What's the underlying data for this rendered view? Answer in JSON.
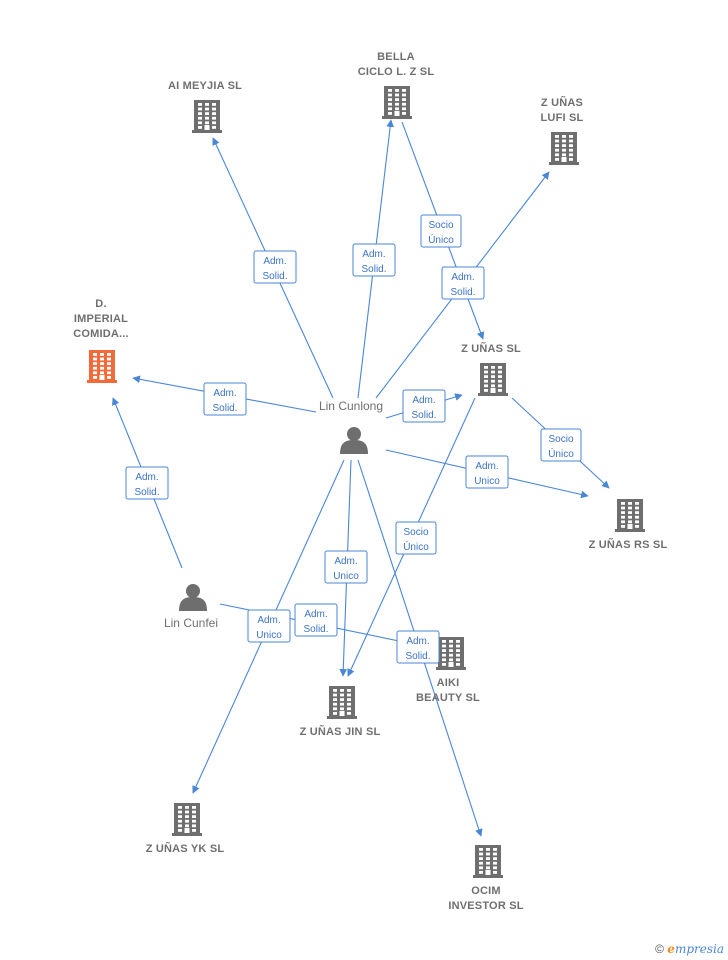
{
  "colors": {
    "edge": "#4a86d6",
    "building": "#6e6e6e",
    "building_highlight": "#f26a3a",
    "person": "#6e6e6e"
  },
  "nodes": [
    {
      "id": "aimeyjia",
      "type": "company",
      "lines": [
        "AI MEYJIA  SL"
      ]
    },
    {
      "id": "bella",
      "type": "company",
      "lines": [
        "BELLA",
        "CICLO L. Z  SL"
      ]
    },
    {
      "id": "zunaslufi",
      "type": "company",
      "lines": [
        "Z UÑAS",
        "LUFI  SL"
      ]
    },
    {
      "id": "dimperial",
      "type": "company",
      "highlight": true,
      "lines": [
        "D.",
        "IMPERIAL",
        "COMIDA..."
      ]
    },
    {
      "id": "zunas",
      "type": "company",
      "lines": [
        "Z UÑAS  SL"
      ]
    },
    {
      "id": "zunasrs",
      "type": "company",
      "lines": [
        "Z UÑAS RS  SL"
      ]
    },
    {
      "id": "aiki",
      "type": "company",
      "lines": [
        "AIKI",
        "BEAUTY  SL"
      ]
    },
    {
      "id": "zunasjin",
      "type": "company",
      "lines": [
        "Z UÑAS JIN  SL"
      ]
    },
    {
      "id": "zunasyk",
      "type": "company",
      "lines": [
        "Z UÑAS YK  SL"
      ]
    },
    {
      "id": "ocim",
      "type": "company",
      "lines": [
        "OCIM",
        "INVESTOR  SL"
      ]
    },
    {
      "id": "lincunlong",
      "type": "person",
      "lines": [
        "Lin Cunlong"
      ]
    },
    {
      "id": "lincunfei",
      "type": "person",
      "lines": [
        "Lin Cunfei"
      ]
    }
  ],
  "edges": [
    {
      "from": "lincunlong",
      "to": "aimeyjia",
      "label": [
        "Adm.",
        "Solid."
      ]
    },
    {
      "from": "lincunlong",
      "to": "bella",
      "label": [
        "Adm.",
        "Solid."
      ]
    },
    {
      "from": "lincunlong",
      "to": "zunaslufi",
      "label": [
        "Adm.",
        "Solid."
      ]
    },
    {
      "from": "bella",
      "to": "zunas",
      "label": [
        "Socio",
        "Único"
      ]
    },
    {
      "from": "lincunlong",
      "to": "dimperial",
      "label": [
        "Adm.",
        "Solid."
      ]
    },
    {
      "from": "lincunfei",
      "to": "dimperial",
      "label": [
        "Adm.",
        "Solid."
      ]
    },
    {
      "from": "lincunlong",
      "to": "zunas",
      "label": [
        "Adm.",
        "Solid."
      ]
    },
    {
      "from": "zunas",
      "to": "zunasrs",
      "label": [
        "Socio",
        "Único"
      ]
    },
    {
      "from": "lincunlong",
      "to": "zunasrs",
      "label": [
        "Adm.",
        "Unico"
      ]
    },
    {
      "from": "zunas",
      "to": "zunasjin",
      "label": [
        "Socio",
        "Único"
      ]
    },
    {
      "from": "lincunlong",
      "to": "zunasjin",
      "label": [
        "Adm.",
        "Unico"
      ]
    },
    {
      "from": "lincunfei",
      "to": "aiki",
      "label": [
        "Adm.",
        "Solid."
      ]
    },
    {
      "from": "lincunlong",
      "to": "zunasyk",
      "label": [
        "Adm.",
        "Unico"
      ]
    },
    {
      "from": "lincunlong",
      "to": "ocim",
      "label": [
        "Adm.",
        "Solid."
      ]
    }
  ],
  "footer": {
    "copyright": "©",
    "brand_first": "e",
    "brand_rest": "mpresia"
  }
}
